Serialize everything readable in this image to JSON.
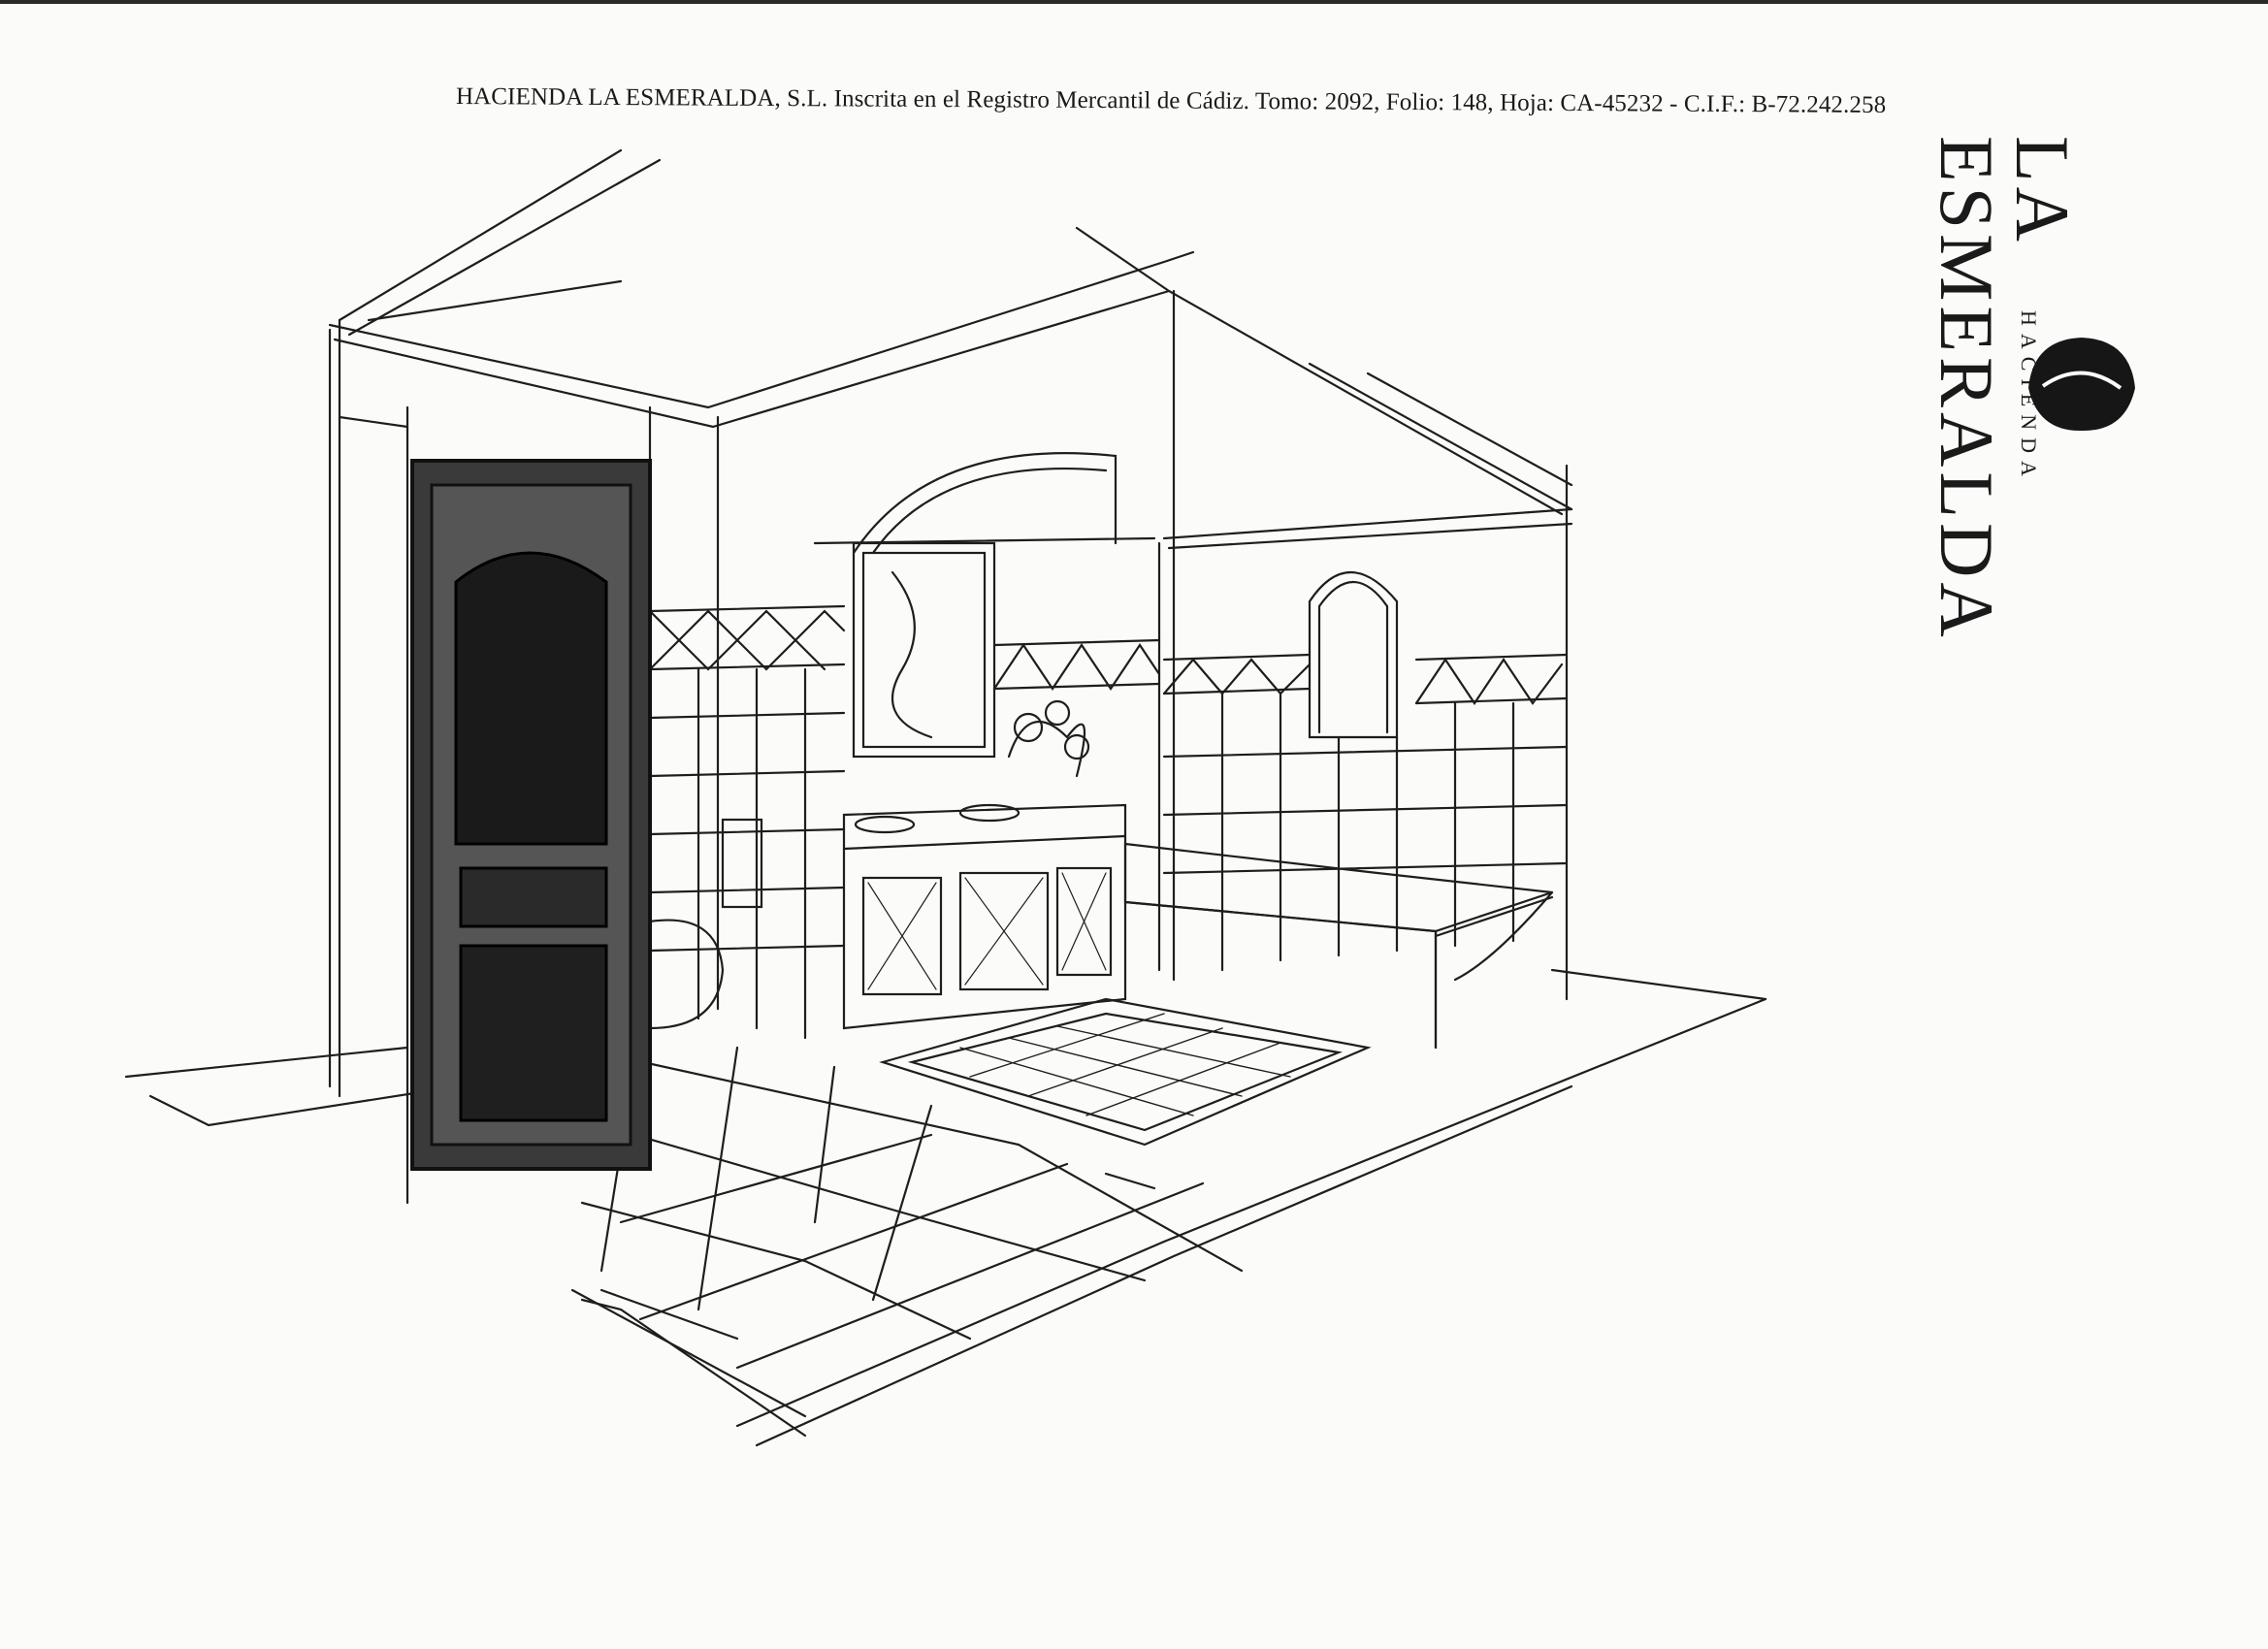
{
  "header": {
    "company_line": "HACIENDA LA ESMERALDA, S.L. Inscrita en el Registro Mercantil de Cádiz. Tomo: 2092, Folio: 148, Hoja: CA-45232 - C.I.F.: B-72.242.258"
  },
  "brand": {
    "name": "LA ESMERALDA",
    "tagline": "HACIENDA",
    "logo_icon": "leaf-icon"
  },
  "colors": {
    "ink": "#1a1a1a",
    "paper": "#fbfbf9"
  }
}
